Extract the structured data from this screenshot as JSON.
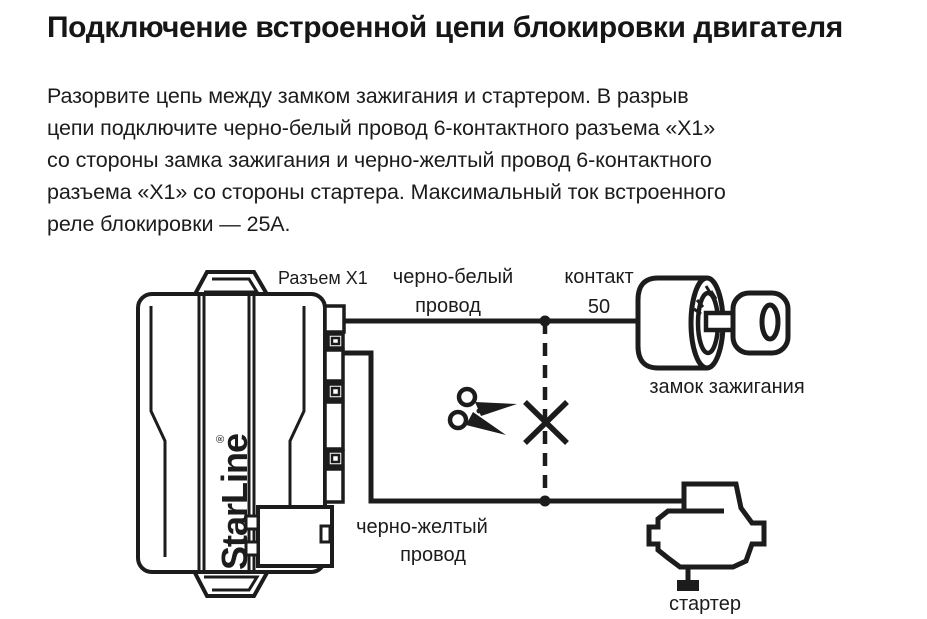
{
  "page": {
    "title": "Подключение встроенной цепи блокировки двигателя",
    "body_lines": [
      "Разорвите цепь между замком зажигания и стартером. В разрыв",
      "цепи подключите черно-белый провод 6-контактного разъема «Х1»",
      "со стороны замка зажигания и черно-желтый провод 6-контактного",
      "разъема «Х1» со стороны стартера. Максимальный ток встроенного",
      "реле блокировки — 25А."
    ]
  },
  "diagram": {
    "unit": {
      "brand": "StarLine",
      "reg_mark": "®"
    },
    "labels": {
      "connector": "Разъем Х1",
      "top_wire_l1": "черно-белый",
      "top_wire_l2": "провод",
      "contact_l1": "контакт",
      "contact_l2": "50",
      "ignition_lock": "замок зажигания",
      "bottom_wire_l1": "черно-желтый",
      "bottom_wire_l2": "провод",
      "starter": "стартер"
    },
    "colors": {
      "ink": "#1c1c1c",
      "background": "#ffffff"
    }
  }
}
